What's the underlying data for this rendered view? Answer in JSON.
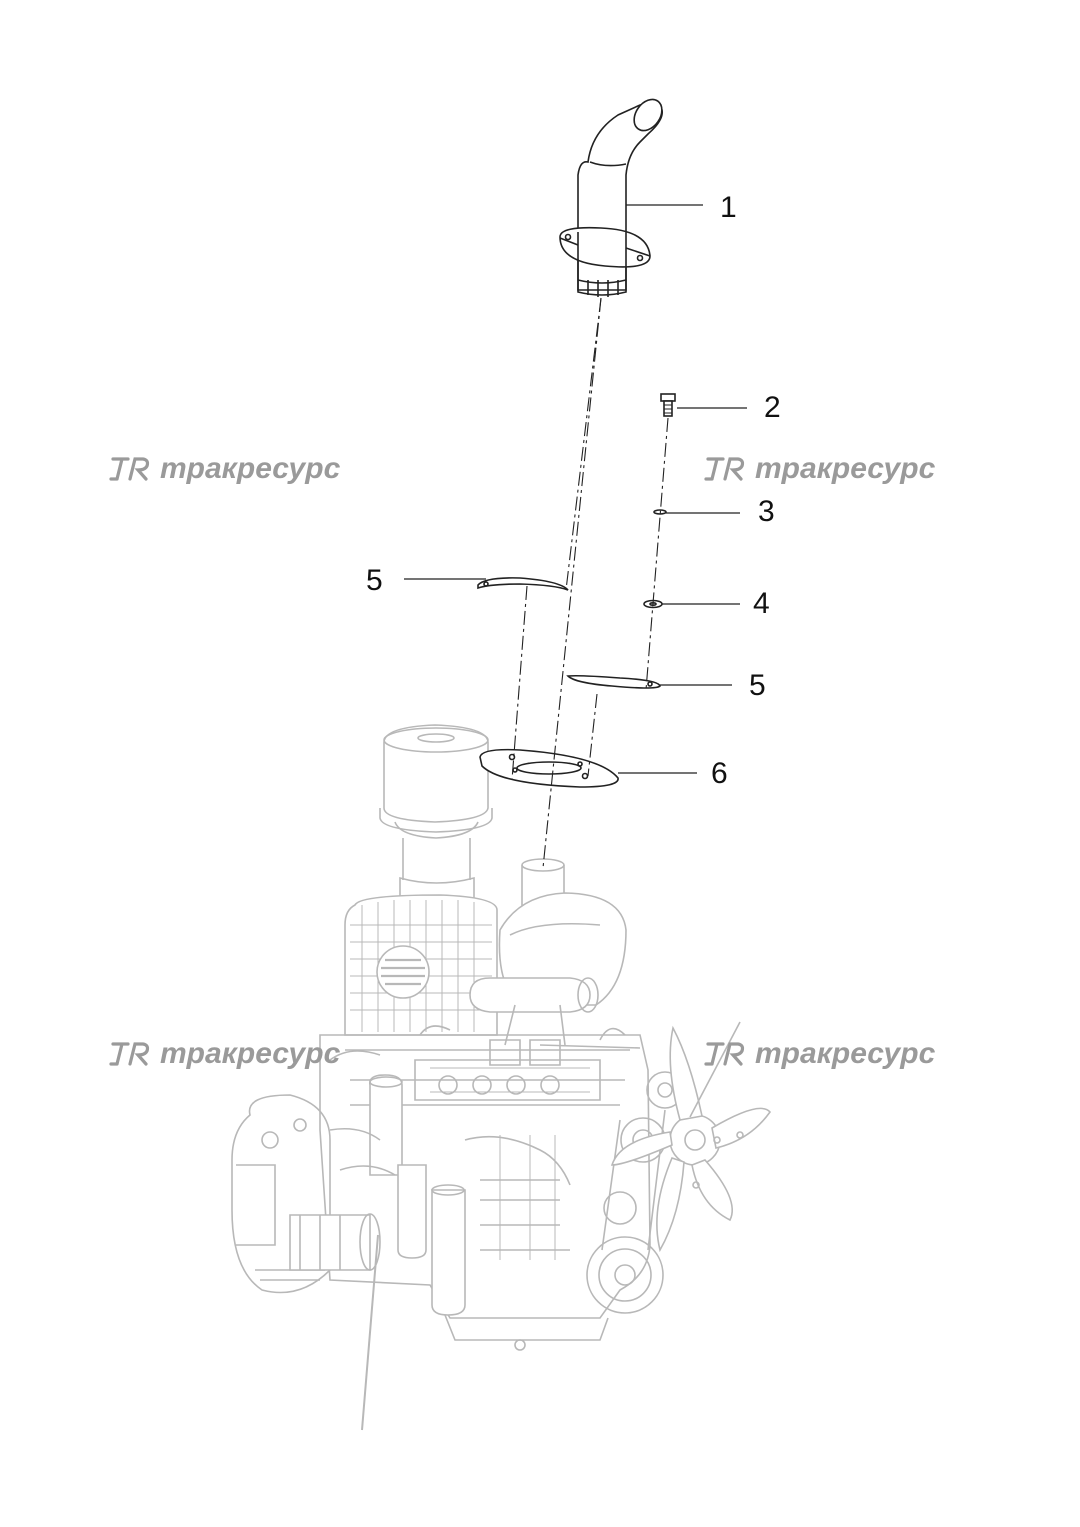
{
  "callouts": [
    {
      "id": "1",
      "label": "1"
    },
    {
      "id": "2",
      "label": "2"
    },
    {
      "id": "3",
      "label": "3"
    },
    {
      "id": "4",
      "label": "4"
    },
    {
      "id": "5a",
      "label": "5"
    },
    {
      "id": "5b",
      "label": "5"
    },
    {
      "id": "6",
      "label": "6"
    }
  ],
  "watermark": {
    "text": "тракресурс",
    "logo": "TR",
    "color": "#9a9a9a"
  },
  "colors": {
    "line": "#222222",
    "engine": "#b8b8b8"
  }
}
